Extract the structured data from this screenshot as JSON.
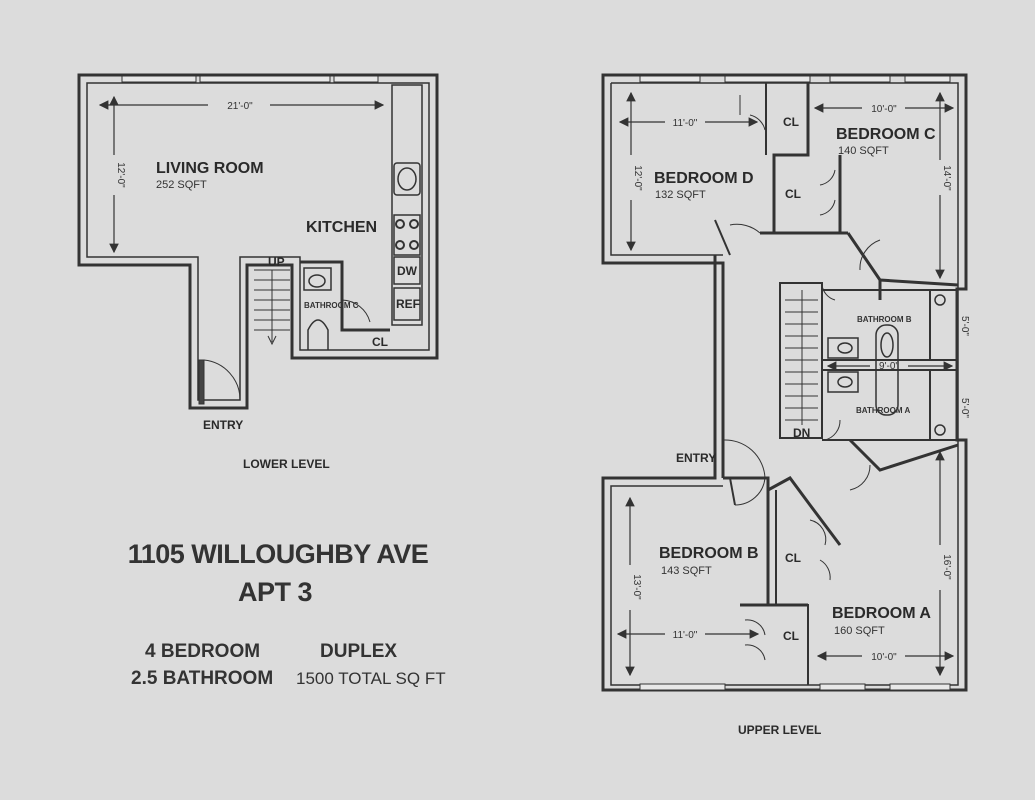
{
  "lower_level": {
    "caption": "LOWER LEVEL",
    "living_room": {
      "name": "LIVING ROOM",
      "area": "252 SQFT",
      "width": "21'-0\"",
      "depth": "12'-0\""
    },
    "kitchen": "KITCHEN",
    "dw": "DW",
    "ref": "REF",
    "bathroom_c": "BATHROOM C",
    "closet": "CL",
    "up": "UP",
    "entry": "ENTRY"
  },
  "upper_level": {
    "caption": "UPPER LEVEL",
    "bedroom_d": {
      "name": "BEDROOM D",
      "area": "132 SQFT",
      "width": "11'-0\"",
      "depth": "12'-0\""
    },
    "bedroom_c": {
      "name": "BEDROOM C",
      "area": "140 SQFT",
      "width": "10'-0\"",
      "depth": "14'-0\""
    },
    "bedroom_b": {
      "name": "BEDROOM B",
      "area": "143 SQFT",
      "width": "11'-0\"",
      "depth": "13'-0\""
    },
    "bedroom_a": {
      "name": "BEDROOM A",
      "area": "160 SQFT",
      "width": "10'-0\"",
      "depth": "16'-0\""
    },
    "bathroom_b": "BATHROOM B",
    "bathroom_a": "BATHROOM A",
    "bath_width": "9'-0\"",
    "bath_b_depth": "5'-0\"",
    "bath_a_depth": "5'-0\"",
    "closet": "CL",
    "dn": "DN",
    "entry": "ENTRY"
  },
  "info": {
    "address": "1105 WILLOUGHBY AVE",
    "apt": "APT 3",
    "bedrooms": "4 BEDROOM",
    "bathrooms": "2.5 BATHROOM",
    "type": "DUPLEX",
    "total": "1500 TOTAL SQ FT"
  }
}
